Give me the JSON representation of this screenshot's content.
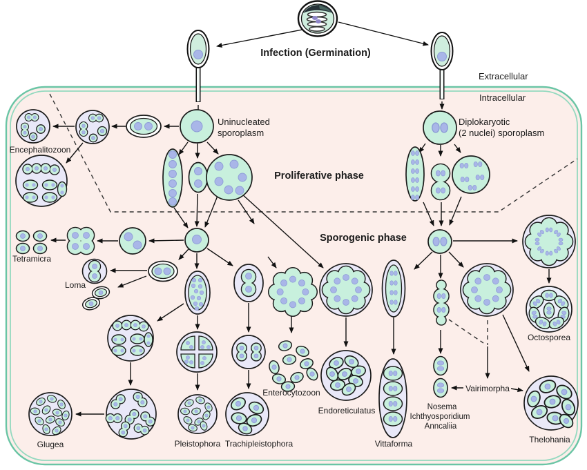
{
  "title": "Microsporidia life cycle diagram",
  "labels": {
    "infection": "Infection (Germination)",
    "extracellular": "Extracellular",
    "intracellular": "Intracellular",
    "uninucleated_1": "Uninucleated",
    "uninucleated_2": "sporoplasm",
    "diplokaryotic_1": "Diplokaryotic",
    "diplokaryotic_2": "(2 nuclei) sporoplasm",
    "proliferative": "Proliferative phase",
    "sporogenic": "Sporogenic phase",
    "encephalitozoon": "Encephalitozoon",
    "tetramicra": "Tetramicra",
    "loma": "Loma",
    "glugea": "Glugea",
    "pleistophora": "Pleistophora",
    "trachipleistophora": "Trachipleistophora",
    "enterocytozoon": "Enterocytozoon",
    "endoreticulatus": "Endoreticulatus",
    "vittaforma": "Vittaforma",
    "nosema_1": "Nosema",
    "nosema_2": "Ichthyosporidium",
    "nosema_3": "Anncaliia",
    "vairimorpha": "Vairimorpha",
    "octosporea": "Octosporea",
    "thelohania": "Thelohania"
  },
  "colors": {
    "cell_fill": "#c8f0dd",
    "nucleus_fill": "#a9b6e8",
    "nucleus_stroke": "#8d9dd6",
    "vacuole_fill": "#e9e8f8",
    "membrane_outer": "#6ac5a5",
    "membrane_inner": "#93d9bf",
    "interior_bg": "#fceeea",
    "outline": "#1b1b1b",
    "dashed_line": "#333333"
  }
}
